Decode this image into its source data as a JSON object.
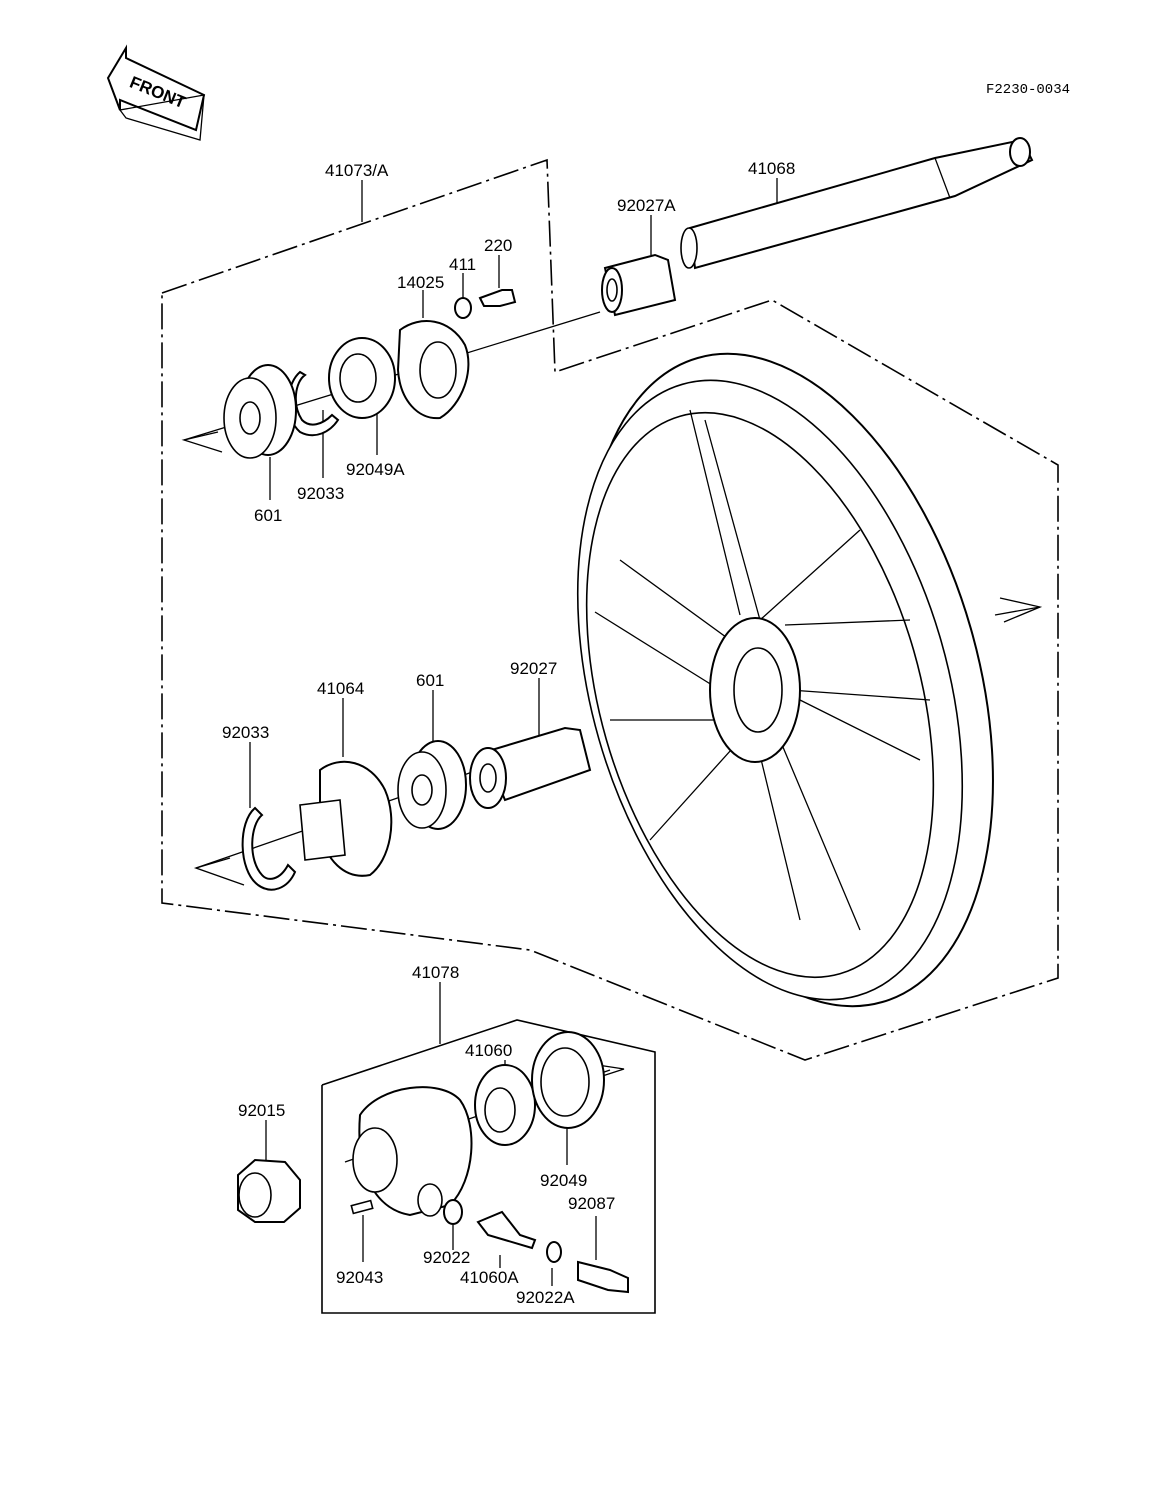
{
  "drawing_code": "F2230-0034",
  "front_badge": "FRONT",
  "parts": {
    "p41073": "41073/A",
    "p41068": "41068",
    "p92027A": "92027A",
    "p220": "220",
    "p411": "411",
    "p14025": "14025",
    "p92049A": "92049A",
    "p92033_top": "92033",
    "p601_top": "601",
    "p41064": "41064",
    "p601_mid": "601",
    "p92027": "92027",
    "p92033_mid": "92033",
    "p41078": "41078",
    "p41060": "41060",
    "p92049": "92049",
    "p92015": "92015",
    "p92087": "92087",
    "p92043": "92043",
    "p92022": "92022",
    "p41060A": "41060A",
    "p92022A": "92022A"
  }
}
